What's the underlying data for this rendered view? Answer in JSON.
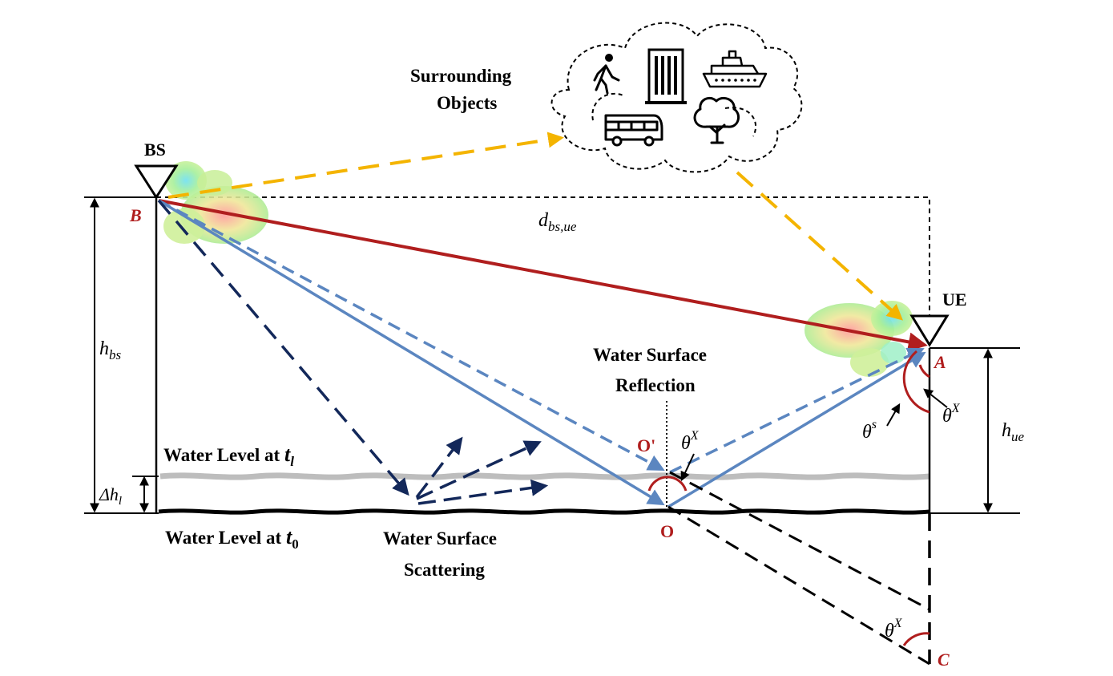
{
  "labels": {
    "bs": "BS",
    "ue": "UE",
    "point_b": "B",
    "point_a": "A",
    "point_c": "C",
    "point_o": "O",
    "point_o_prime": "O'",
    "distance": "d",
    "distance_sub": "bs,ue",
    "h_bs": "h",
    "h_bs_sub": "bs",
    "h_ue": "h",
    "h_ue_sub": "ue",
    "delta_h": "Δh",
    "delta_h_sub": "l",
    "theta": "θ",
    "theta_x_sup": "X",
    "theta_s_sup": "s",
    "surrounding_line1": "Surrounding",
    "surrounding_line2": "Objects",
    "reflection_line1": "Water Surface",
    "reflection_line2": "Reflection",
    "scattering_line1": "Water Surface",
    "scattering_line2": "Scattering",
    "level_tl": "Water Level at ",
    "level_tl_var": "t",
    "level_tl_sub": "l",
    "level_t0": "Water Level at ",
    "level_t0_var": "t",
    "level_t0_sub": "0"
  },
  "icons": [
    "pedestrian-icon",
    "building-icon",
    "ship-icon",
    "bus-icon",
    "tree-icon"
  ],
  "colors": {
    "los_ray": "#b01e1e",
    "reflection_ray": "#5b86c0",
    "scatter_ray": "#13285a",
    "object_ray": "#f4b400",
    "water_t0": "#000000",
    "water_tl": "#bdbdbd",
    "point_label": "#b01e1e"
  }
}
